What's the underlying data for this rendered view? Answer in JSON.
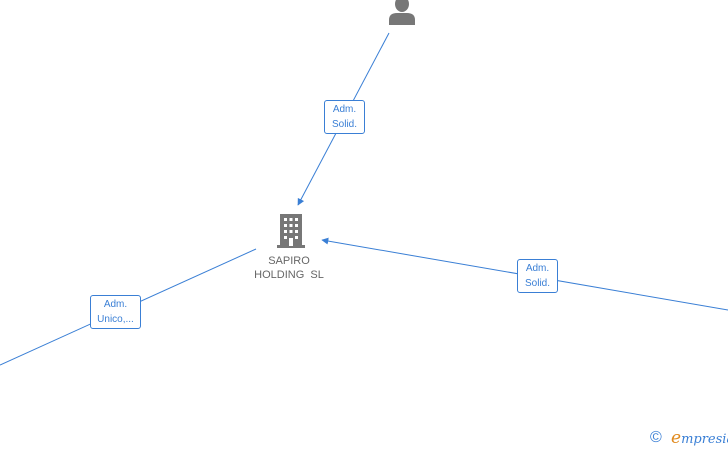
{
  "diagram": {
    "company": {
      "name_line1": "SAPIRO",
      "name_line2": "HOLDING  SL"
    },
    "relations": [
      {
        "id": "top-person",
        "line1": "Adm.",
        "line2": "Solid."
      },
      {
        "id": "right-node",
        "line1": "Adm.",
        "line2": "Solid."
      },
      {
        "id": "left-node",
        "line1": "Adm.",
        "line2": "Unico,..."
      }
    ],
    "colors": {
      "edge": "#3a7fd5",
      "node_icon": "#777777",
      "label_text": "#666666",
      "brand_accent": "#e08a1e"
    }
  },
  "footer": {
    "copyright_symbol": "©",
    "brand_first": "e",
    "brand_rest": "mpresia"
  }
}
